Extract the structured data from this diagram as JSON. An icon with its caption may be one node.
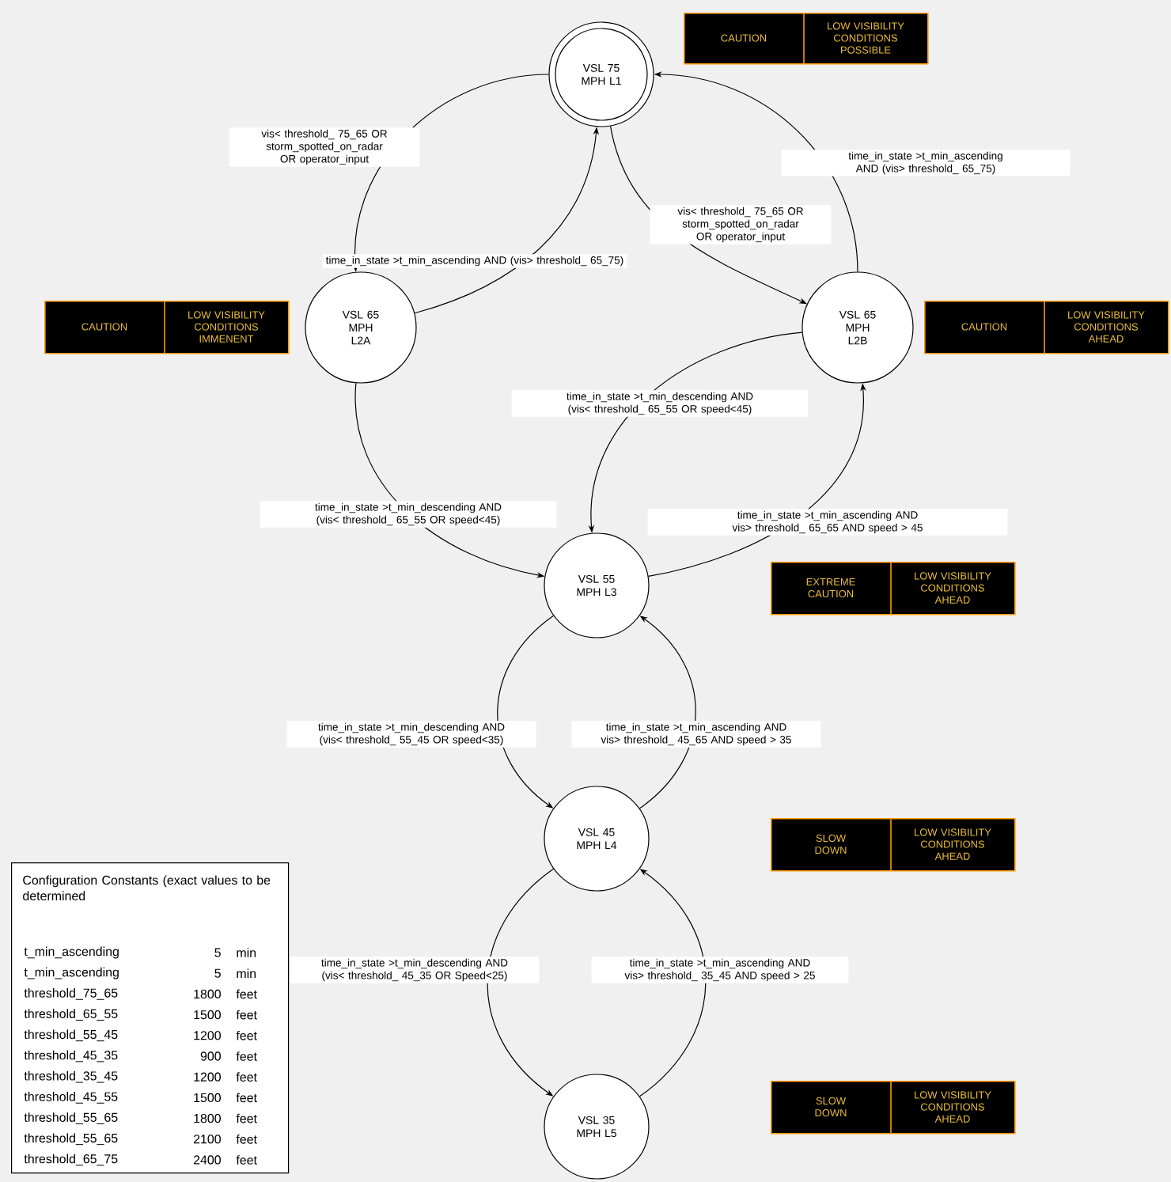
{
  "diagram": {
    "nodes": [
      {
        "text": [
          "VSL 75 MPH L1"
        ]
      },
      {
        "text": [
          "VSL 65 MPH L2A"
        ]
      },
      {
        "text": [
          "VSL 65 MPH L2B"
        ]
      },
      {
        "text": [
          "VSL 55 MPH L3"
        ]
      },
      {
        "text": [
          "VSL 45 MPH L4"
        ]
      },
      {
        "text": [
          "VSL 35 MPH L5"
        ]
      },
      {
        "text": [
          "CAUTION",
          "LOW VISIBILITY CONDITIONS POSSIBLE"
        ]
      },
      {
        "text": [
          "CAUTION",
          "LOW VISIBILITY CONDITIONS IMMENENT"
        ]
      },
      {
        "text": [
          "CAUTION",
          "LOW VISIBILITY CONDITIONS AHEAD"
        ]
      },
      {
        "text": [
          "EXTREME CAUTION",
          "LOW VISIBILITY CONDITIONS AHEAD"
        ]
      },
      {
        "text": [
          "SLOW DOWN",
          "LOW VISIBILITY CONDITIONS AHEAD"
        ]
      },
      {
        "text": [
          "SLOW DOWN",
          "LOW VISIBILITY CONDITIONS AHEAD"
        ]
      },
      {
        "text": [
          "Configuration Constants (exact values to be determined"
        ]
      }
    ],
    "edges": [
      {
        "from": 0,
        "to": 1,
        "arrow": "to",
        "label": "vis< threshold_ 75_65 OR storm_spotted_on_radar OR operator_input"
      },
      {
        "from": 1,
        "to": 0,
        "arrow": "to",
        "label": "time_in_state >t_min_ascending AND (vis> threshold_ 65_75)"
      },
      {
        "from": 0,
        "to": 2,
        "arrow": "to",
        "label": "vis< threshold_ 75_65 OR storm_spotted_on_radar OR operator_input"
      },
      {
        "from": 2,
        "to": 0,
        "arrow": "to",
        "label": "time_in_state >t_min_ascending AND (vis> threshold_ 65_75)"
      },
      {
        "from": 1,
        "to": 3,
        "arrow": "to",
        "label": "time_in_state >t_min_descending AND (vis< threshold_ 65_55 OR speed<45)"
      },
      {
        "from": 2,
        "to": 3,
        "arrow": "to",
        "label": "time_in_state >t_min_descending AND (vis< threshold_ 65_55 OR speed<45)"
      },
      {
        "from": 3,
        "to": 2,
        "arrow": "to",
        "label": "time_in_state >t_min_ascending AND vis> threshold_ 65_65 AND speed > 45"
      },
      {
        "from": 3,
        "to": 4,
        "arrow": "to",
        "label": "time_in_state >t_min_descending AND (vis< threshold_ 55_45 OR speed<35)"
      },
      {
        "from": 4,
        "to": 3,
        "arrow": "to",
        "label": "time_in_state >t_min_ascending AND vis> threshold_ 45_65 AND speed > 35"
      },
      {
        "from": 4,
        "to": 5,
        "arrow": "to",
        "label": "time_in_state >t_min_descending AND (vis< threshold_ 45_35 OR Speed<25)"
      },
      {
        "from": 5,
        "to": 4,
        "arrow": "to",
        "label": "time_in_state >t_min_ascending AND vis> threshold_ 35_45 AND speed > 25"
      }
    ],
    "labels": [
      "t_min_ascending",
      "5",
      "min",
      "t_min_ascending",
      "5",
      "min",
      "threshold_75_65",
      "1800",
      "feet",
      "threshold_65_55",
      "1500",
      "feet",
      "threshold_55_45",
      "1200",
      "feet",
      "threshold_45_35",
      "900",
      "feet",
      "threshold_35_45",
      "1200",
      "feet",
      "threshold_45_55",
      "1500",
      "feet",
      "threshold_55_65",
      "1800",
      "feet",
      "threshold_55_65",
      "2100",
      "feet",
      "threshold_65_75",
      "2400",
      "feet"
    ]
  }
}
